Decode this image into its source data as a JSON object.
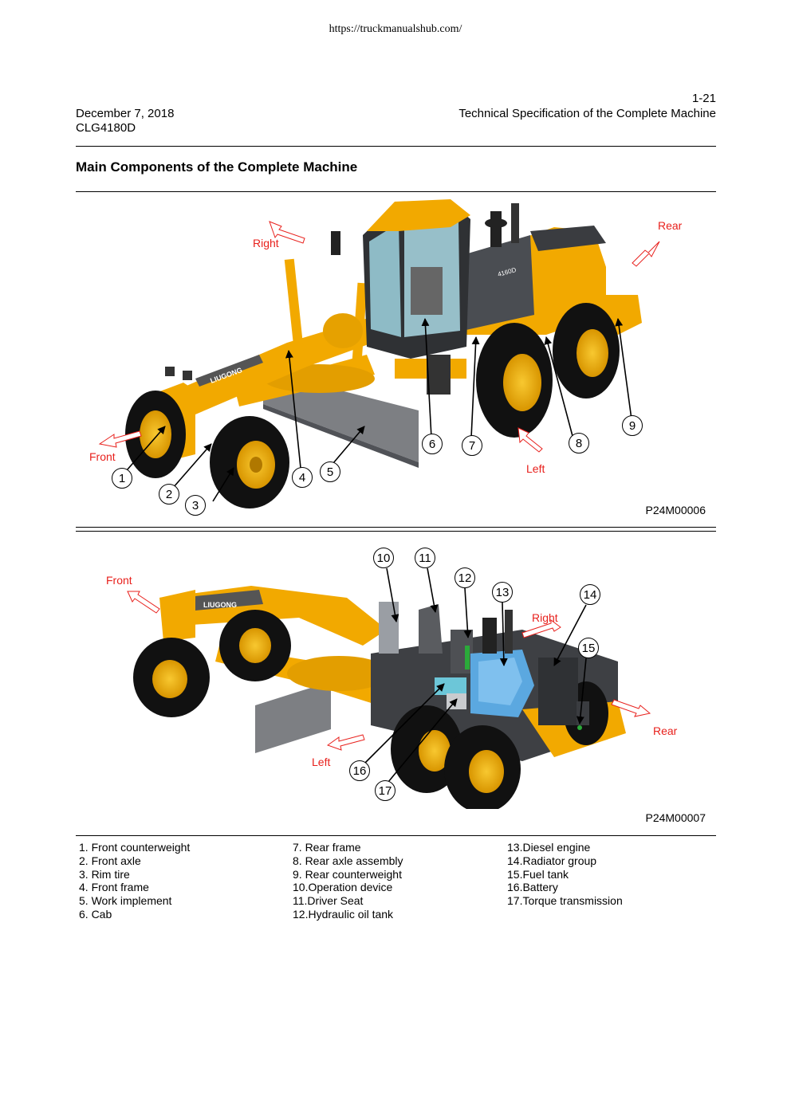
{
  "header": {
    "url": "https://truckmanualshub.com/",
    "page_number": "1-21",
    "date": "December 7, 2018",
    "model": "CLG4180D",
    "section": "Technical Specification of the Complete Machine"
  },
  "title": "Main Components of the Complete Machine",
  "figure1": {
    "code": "P24M00006",
    "directions": {
      "right": "Right",
      "rear": "Rear",
      "front": "Front",
      "left": "Left"
    },
    "callouts": [
      "1",
      "2",
      "3",
      "4",
      "5",
      "6",
      "7",
      "8",
      "9"
    ],
    "decal": "4160D",
    "brand": "LIUGONG"
  },
  "figure2": {
    "code": "P24M00007",
    "directions": {
      "front": "Front",
      "right": "Right",
      "rear": "Rear",
      "left": "Left"
    },
    "callouts": [
      "10",
      "11",
      "12",
      "13",
      "14",
      "15",
      "16",
      "17"
    ],
    "brand": "LIUGONG"
  },
  "legend": {
    "col1": [
      "1.  Front counterweight",
      "2.  Front axle",
      "3.  Rim tire",
      "4.  Front frame",
      "5.  Work implement",
      "6.  Cab"
    ],
    "col2": [
      "7.  Rear frame",
      "8.  Rear axle assembly",
      "9.  Rear counterweight",
      "10.Operation device",
      "11.Driver Seat",
      "12.Hydraulic oil tank"
    ],
    "col3": [
      "13.Diesel engine",
      "14.Radiator group",
      "15.Fuel tank",
      "16.Battery",
      "17.Torque transmission"
    ]
  },
  "colors": {
    "machine_yellow": "#F2A900",
    "direction_red": "#E8201C",
    "dark_grey": "#3C3C3C"
  }
}
